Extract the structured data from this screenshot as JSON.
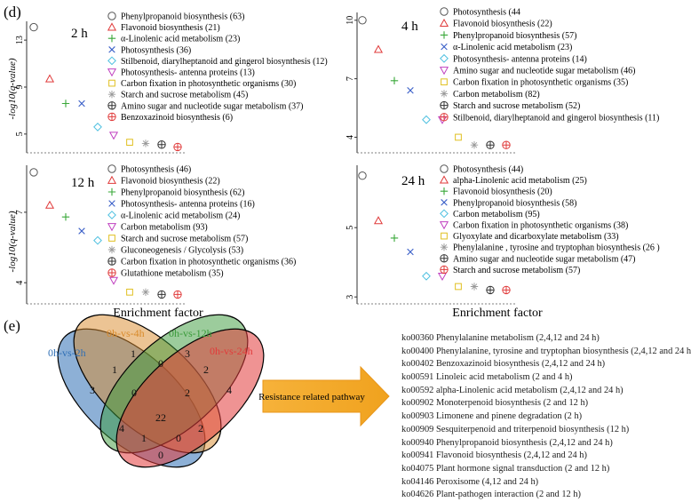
{
  "panel_d_label": "(d)",
  "panel_e_label": "(e)",
  "ylabel": "-log10(q-value)",
  "xlabel": "Enrichment factor",
  "chart_data": [
    {
      "type": "scatter",
      "title": "2 h",
      "yticks": [
        "13",
        "9",
        "5"
      ],
      "legend": [
        {
          "label": "Phenylpropanoid biosynthesis (63)",
          "marker": "circle",
          "color": "#555555",
          "y": 14.1
        },
        {
          "label": "Flavonoid biosynthesis (21)",
          "marker": "triangle-up",
          "color": "#e03a3a",
          "y": 9.7
        },
        {
          "label": "α-Linolenic acid metabolism (23)",
          "marker": "plus",
          "color": "#3aa83a",
          "y": 7.6
        },
        {
          "label": "Photosynthesis (36)",
          "marker": "x",
          "color": "#3a5fc8",
          "y": 7.6
        },
        {
          "label": "Stilbenoid, diarylheptanoid and gingerol biosynthesis (12)",
          "marker": "diamond",
          "color": "#4ec0e0",
          "y": 5.6
        },
        {
          "label": "Photosynthesis- antenna proteins (13)",
          "marker": "triangle-down",
          "color": "#c040c0",
          "y": 4.9
        },
        {
          "label": "Carbon fixation in photosynthetic organisms (30)",
          "marker": "square",
          "color": "#e0c020",
          "y": 4.3
        },
        {
          "label": "Starch and sucrose metabolism (45)",
          "marker": "asterisk",
          "color": "#999999",
          "y": 4.2
        },
        {
          "label": "Amino sugar and nucleotide sugar metabolism (37)",
          "marker": "circle-plus",
          "color": "#333333",
          "y": 4.1
        },
        {
          "label": "Benzoxazinoid biosynthesis (6)",
          "marker": "circle-plus",
          "color": "#e03a3a",
          "y": 3.9
        }
      ]
    },
    {
      "type": "scatter",
      "title": "4 h",
      "yticks": [
        "10",
        "7",
        "4"
      ],
      "legend": [
        {
          "label": "Photosynthesis (44",
          "marker": "circle",
          "color": "#555555",
          "y": 10.0
        },
        {
          "label": "Flavonoid biosynthesis (22)",
          "marker": "triangle-up",
          "color": "#e03a3a",
          "y": 8.5
        },
        {
          "label": "Phenylpropanoid biosynthesis (57)",
          "marker": "plus",
          "color": "#3aa83a",
          "y": 6.9
        },
        {
          "label": "α-Linolenic acid metabolism (23)",
          "marker": "x",
          "color": "#3a5fc8",
          "y": 6.4
        },
        {
          "label": "Photosynthesis- antenna proteins (14)",
          "marker": "diamond",
          "color": "#4ec0e0",
          "y": 4.9
        },
        {
          "label": "Amino sugar and nucleotide sugar metabolism (46)",
          "marker": "triangle-down",
          "color": "#c040c0",
          "y": 4.9
        },
        {
          "label": "Carbon fixation in photosynthetic organisms (35)",
          "marker": "square",
          "color": "#e0c020",
          "y": 4.0
        },
        {
          "label": "Carbon metabolism (82)",
          "marker": "asterisk",
          "color": "#999999",
          "y": 3.6
        },
        {
          "label": "Starch and sucrose metabolism (52)",
          "marker": "circle-plus",
          "color": "#333333",
          "y": 3.6
        },
        {
          "label": "Stilbenoid, diarylheptanoid and gingerol biosynthesis (11)",
          "marker": "circle-plus",
          "color": "#e03a3a",
          "y": 3.6
        }
      ]
    },
    {
      "type": "scatter",
      "title": "12 h",
      "yticks": [
        "7",
        "4"
      ],
      "legend": [
        {
          "label": "Photosynthesis (46)",
          "marker": "circle",
          "color": "#555555",
          "y": 8.7
        },
        {
          "label": "Flavonoid biosynthesis (22)",
          "marker": "triangle-up",
          "color": "#e03a3a",
          "y": 7.3
        },
        {
          "label": "Phenylpropanoid biosynthesis (62)",
          "marker": "plus",
          "color": "#3aa83a",
          "y": 6.8
        },
        {
          "label": "Photosynthesis- antenna proteins (16)",
          "marker": "x",
          "color": "#3a5fc8",
          "y": 6.2
        },
        {
          "label": "α-Linolenic acid metabolism (24)",
          "marker": "diamond",
          "color": "#4ec0e0",
          "y": 5.8
        },
        {
          "label": "Carbon metabolism (93)",
          "marker": "triangle-down",
          "color": "#c040c0",
          "y": 4.1
        },
        {
          "label": "Starch and sucrose metabolism (57)",
          "marker": "square",
          "color": "#e0c020",
          "y": 3.6
        },
        {
          "label": "Gluconeogenesis / Glycolysis (53)",
          "marker": "asterisk",
          "color": "#999999",
          "y": 3.6
        },
        {
          "label": "Carbon fixation in photosynthetic organisms (36)",
          "marker": "circle-plus",
          "color": "#333333",
          "y": 3.5
        },
        {
          "label": "Glutathione metabolism (35)",
          "marker": "circle-plus",
          "color": "#e03a3a",
          "y": 3.5
        }
      ]
    },
    {
      "type": "scatter",
      "title": "24 h",
      "yticks": [
        "5",
        "3"
      ],
      "legend": [
        {
          "label": "Photosynthesis (44)",
          "marker": "circle",
          "color": "#555555",
          "y": 6.5
        },
        {
          "label": "alpha-Linolenic acid metabolism (25)",
          "marker": "triangle-up",
          "color": "#e03a3a",
          "y": 5.2
        },
        {
          "label": "Flavonoid biosynthesis (20)",
          "marker": "plus",
          "color": "#3aa83a",
          "y": 4.7
        },
        {
          "label": "Phenylpropanoid biosynthesis (58)",
          "marker": "x",
          "color": "#3a5fc8",
          "y": 4.3
        },
        {
          "label": "Carbon metabolism  (95)",
          "marker": "diamond",
          "color": "#4ec0e0",
          "y": 3.6
        },
        {
          "label": "Carbon fixation in photosynthetic organisms  (38)",
          "marker": "triangle-down",
          "color": "#c040c0",
          "y": 3.6
        },
        {
          "label": "Glyoxylate and dicarboxylate metabolism  (33)",
          "marker": "square",
          "color": "#e0c020",
          "y": 3.3
        },
        {
          "label": "Phenylalanine , tyrosine and tryptophan biosynthesis  (26 )",
          "marker": "asterisk",
          "color": "#999999",
          "y": 3.3
        },
        {
          "label": "Amino sugar and nucleotide sugar metabolism  (47)",
          "marker": "circle-plus",
          "color": "#333333",
          "y": 3.2
        },
        {
          "label": "Starch and sucrose metabolism  (57)",
          "marker": "circle-plus",
          "color": "#e03a3a",
          "y": 3.2
        }
      ]
    }
  ],
  "venn": {
    "sets": [
      {
        "label": "0h-vs-2h",
        "color": "#2f6fb5"
      },
      {
        "label": "0h-vs-4h",
        "color": "#d98a2a"
      },
      {
        "label": "0h-vs-12h",
        "color": "#3a9a3a"
      },
      {
        "label": "0h-vs-24h",
        "color": "#e23a3a"
      }
    ],
    "counts": [
      "3",
      "1",
      "3",
      "4",
      "1",
      "0",
      "2",
      "0",
      "2",
      "4",
      "22",
      "2",
      "1",
      "0",
      "0"
    ]
  },
  "arrow_label": "Resistance related pathway",
  "pathways": [
    "ko00360 Phenylalanine metabolism (2,4,12 and 24 h)",
    "ko00400 Phenylalanine, tyrosine and tryptophan biosynthesis (2,4,12 and 24 h",
    "ko00402 Benzoxazinoid biosynthesis (2,4,12 and 24 h)",
    "ko00591 Linoleic acid metabolism (2 and 4 h)",
    "ko00592 alpha-Linolenic acid metabolism (2,4,12 and 24 h)",
    "ko00902 Monoterpenoid biosynthesis (2 and 12 h)",
    "ko00903 Limonene and pinene degradation (2 h)",
    "ko00909 Sesquiterpenoid and triterpenoid biosynthesis (12 h)",
    "ko00940 Phenylpropanoid biosynthesis (2,4,12 and 24 h)",
    "ko00941 Flavonoid biosynthesis (2,4,12 and 24 h)",
    "ko04075 Plant hormone signal transduction (2 and 12 h)",
    "ko04146 Peroxisome (4,12 and 24 h)",
    "ko04626 Plant-pathogen interaction (2 and 12 h)"
  ]
}
